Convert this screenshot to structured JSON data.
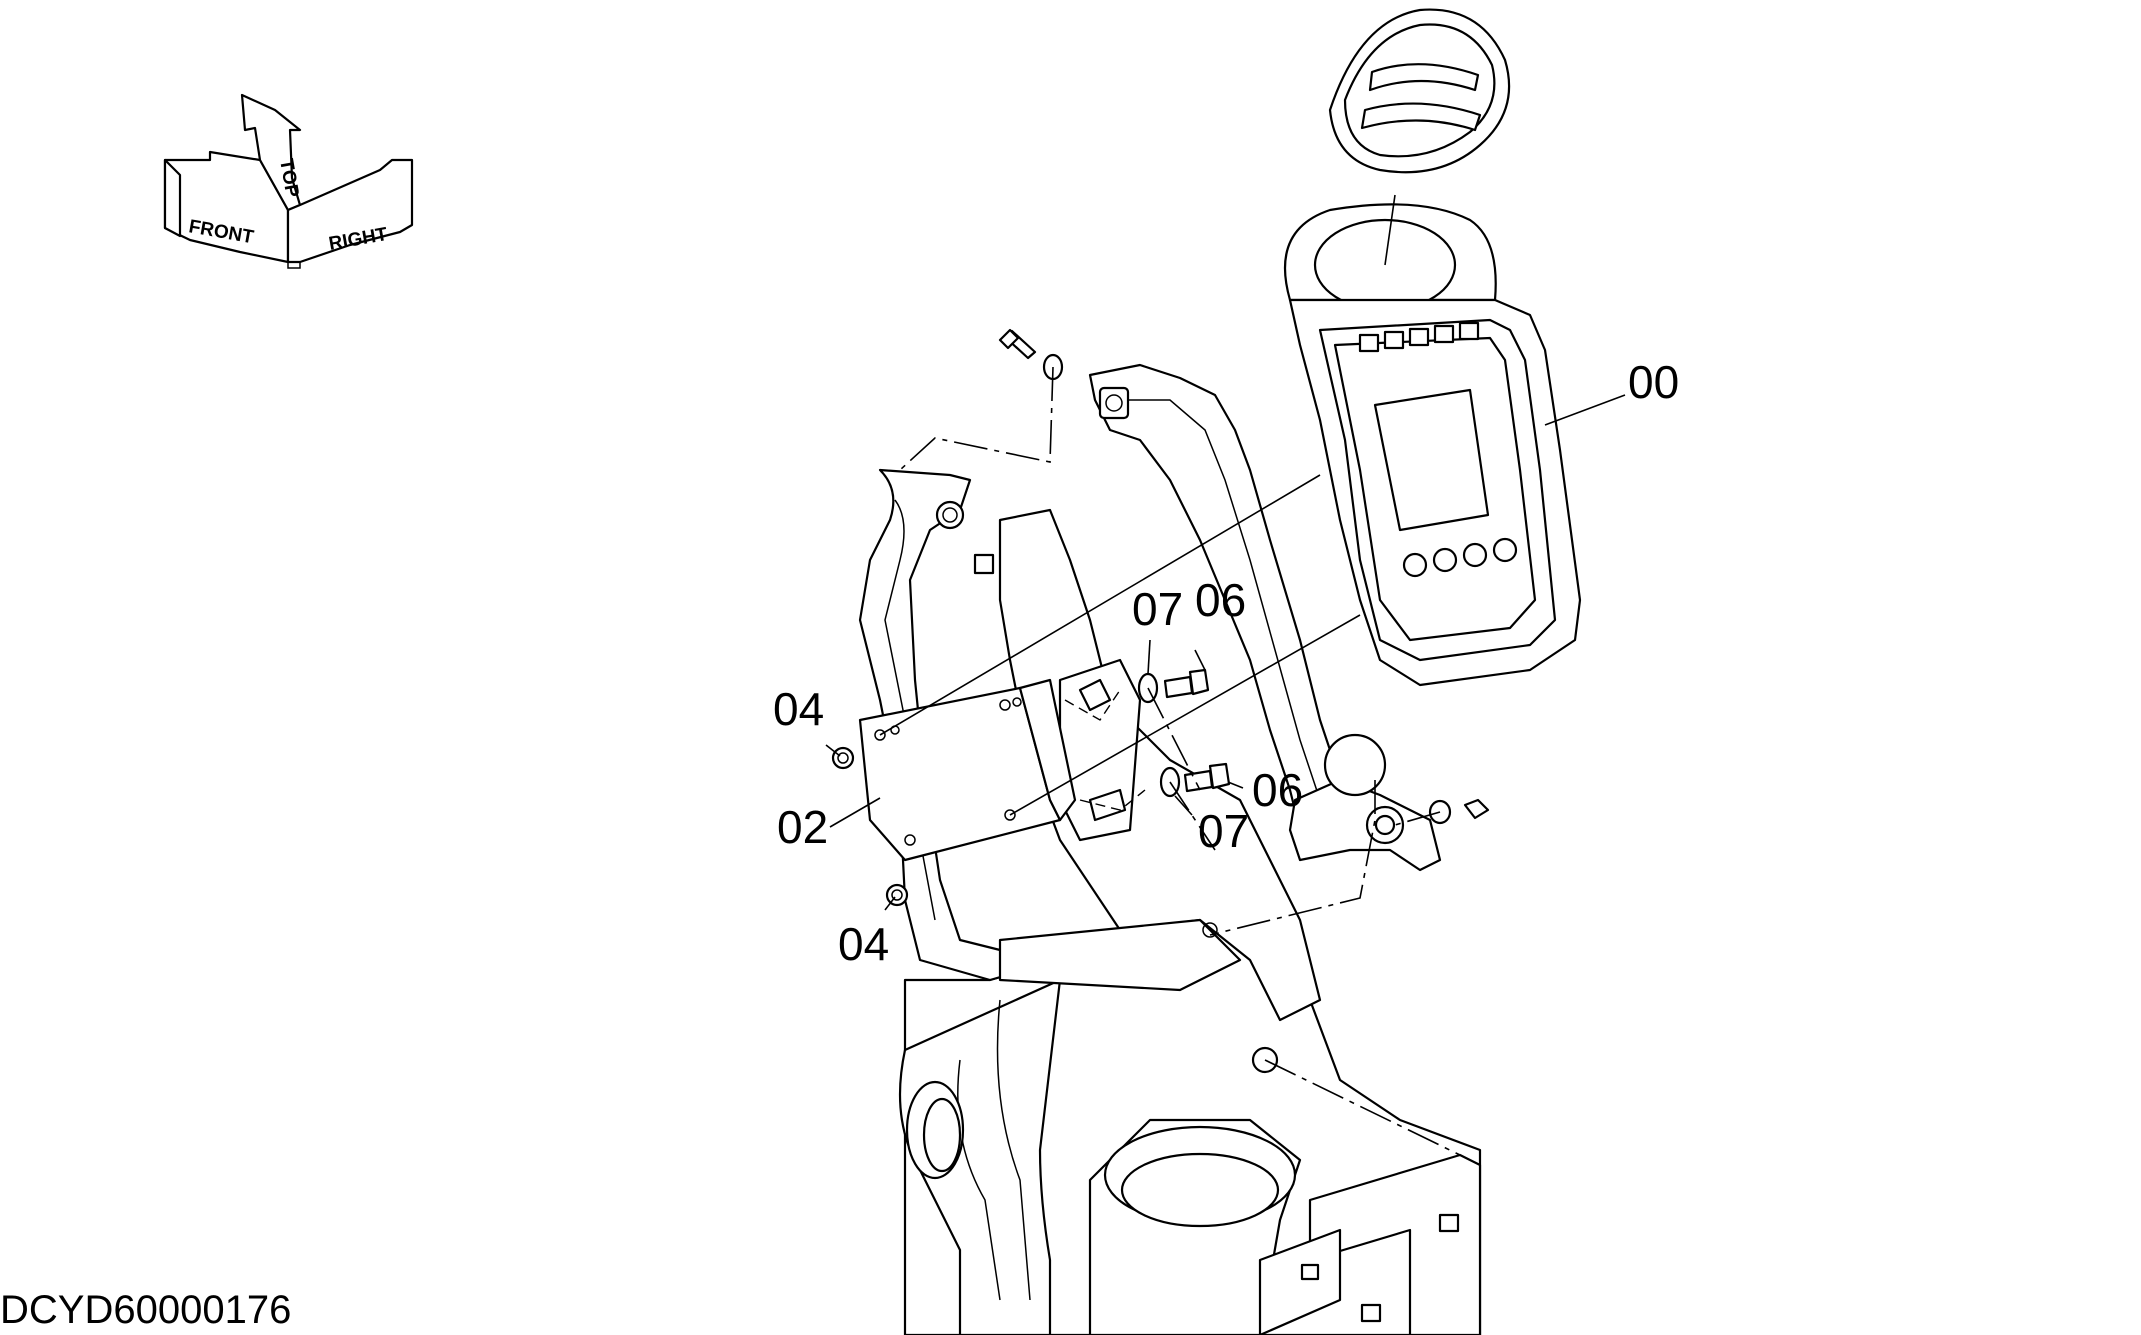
{
  "orientation": {
    "front": "FRONT",
    "top": "TOP",
    "right": "RIGHT"
  },
  "callouts": [
    {
      "id": "callout-00",
      "text": "00"
    },
    {
      "id": "callout-02",
      "text": "02"
    },
    {
      "id": "callout-04-upper",
      "text": "04"
    },
    {
      "id": "callout-04-lower",
      "text": "04"
    },
    {
      "id": "callout-06-upper",
      "text": "06"
    },
    {
      "id": "callout-06-lower",
      "text": "06"
    },
    {
      "id": "callout-07-upper",
      "text": "07"
    },
    {
      "id": "callout-07-lower",
      "text": "07"
    }
  ],
  "document_id": "DCYD60000176"
}
